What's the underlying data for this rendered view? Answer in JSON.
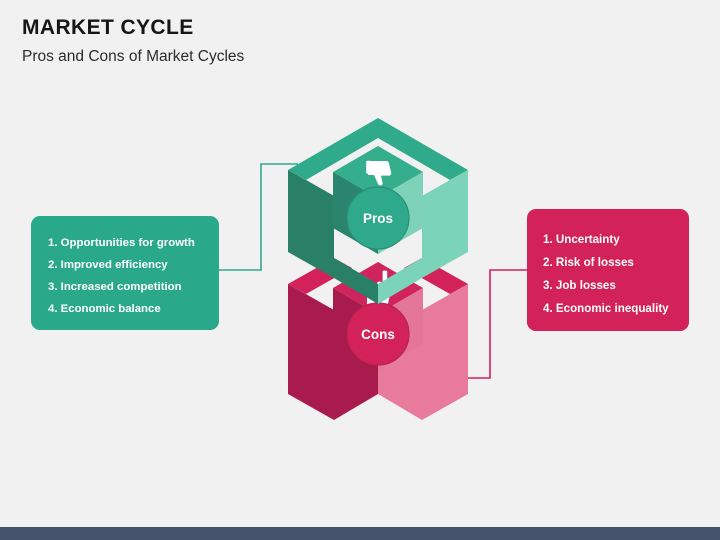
{
  "header": {
    "title": "MARKET CYCLE",
    "subtitle": "Pros and Cons of Market Cycles"
  },
  "diagram": {
    "pros": {
      "badge_label": "Pros",
      "icon": "thumbs-up-icon",
      "colors": {
        "shell_top": "#2faa8a",
        "shell_left": "#2a8066",
        "shell_right": "#7bd4ba",
        "cube_top": "#35ae8e",
        "cube_left": "#2b856c",
        "cube_right": "#7ed2b8",
        "badge": "#2fa98b",
        "panel": "#29a98a",
        "connector": "#2fa98b"
      }
    },
    "cons": {
      "badge_label": "Cons",
      "icon": "thumbs-down-icon",
      "colors": {
        "shell_top": "#d22259",
        "shell_left": "#a81b4c",
        "shell_right": "#e87a9c",
        "cube_top": "#d0255c",
        "cube_left": "#a81b4c",
        "cube_right": "#e4769a",
        "badge": "#d22259",
        "panel": "#d22259",
        "connector": "#d22259"
      }
    }
  },
  "panels": {
    "pros": {
      "items": [
        "1. Opportunities for growth",
        "2. Improved efficiency",
        "3. Increased competition",
        "4. Economic balance"
      ]
    },
    "cons": {
      "items": [
        "1. Uncertainty",
        "2. Risk of losses",
        "3. Job losses",
        "4. Economic inequality"
      ]
    }
  },
  "theme": {
    "background": "#f1f1f1",
    "footer_bar": "#44526b",
    "title_color": "#161616"
  }
}
